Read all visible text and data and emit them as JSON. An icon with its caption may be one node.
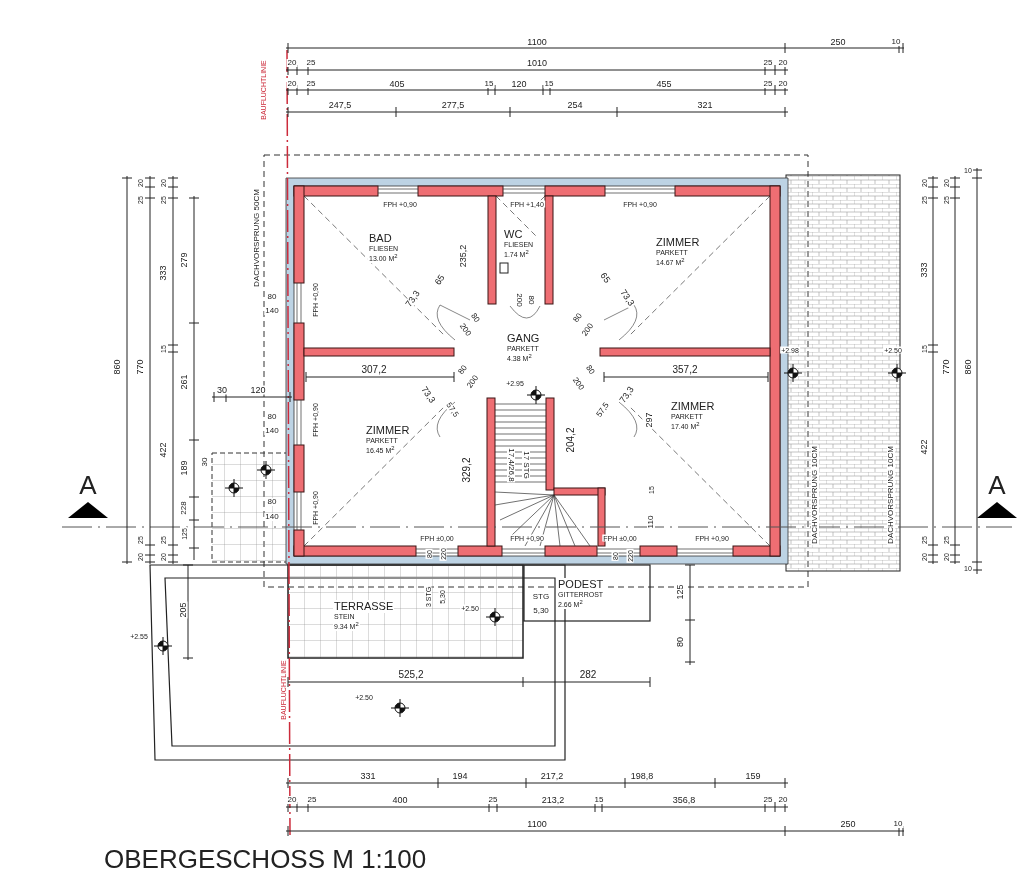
{
  "diagram": {
    "title": "OBERGESCHOSS M 1:100",
    "nodes": [
      {
        "text": [
          "BAD",
          "FLIESEN",
          "13.00 M$^{2}$"
        ]
      },
      {
        "text": [
          "WC",
          "FLIESEN",
          "1.74 M$^{2}$"
        ]
      },
      {
        "text": [
          "ZIMMER",
          "PARKETT",
          "14.67 M$^{2}$"
        ]
      },
      {
        "text": [
          "GANG",
          "PARKETT",
          "4.38 M$^{2}$"
        ]
      },
      {
        "text": [
          "ZIMMER",
          "PARKETT",
          "16.45 M$^{2}$"
        ]
      },
      {
        "text": [
          "ZIMMER",
          "PARKETT",
          "17.40 M$^{2}$"
        ]
      },
      {
        "text": [
          "TERRASSE",
          "STEIN",
          "9.34 M$^{2}$"
        ]
      },
      {
        "text": [
          "PODEST",
          "GITTERROST",
          "2.66 M$^{2}$"
        ]
      }
    ],
    "labels": [
      "1100",
      "250",
      "10",
      "20",
      "25",
      "1010",
      "25",
      "20",
      "20",
      "25",
      "405",
      "15",
      "120",
      "15",
      "455",
      "25",
      "20",
      "247,5",
      "277,5",
      "254",
      "321",
      "BAUFLUCHTLINIE",
      "860",
      "20",
      "25",
      "770",
      "25",
      "20",
      "20",
      "25",
      "333",
      "15",
      "422",
      "25",
      "20",
      "279",
      "261",
      "189",
      "228",
      "125",
      "DACHVORSPRUNG 50CM",
      "30",
      "120",
      "30",
      "80",
      "140",
      "80",
      "140",
      "80",
      "140",
      "A",
      "FPH +0,90",
      "FPH +1,40",
      "FPH +0,90",
      "FPH +0,90",
      "FPH +0,90",
      "FPH +0,90",
      "235,2",
      "73,3",
      "65",
      "80",
      "200",
      "200",
      "80",
      "80",
      "200",
      "65",
      "73,3",
      "307,2",
      "73,3",
      "57,5",
      "80",
      "200",
      "80",
      "200",
      "57,5",
      "73,3",
      "357,2",
      "+2.95",
      "329,2",
      "17,4/26,8",
      "17 STG",
      "204,2",
      "297",
      "15",
      "110",
      "FPH ±0,00",
      "FPH +0,90",
      "FPH ±0,00",
      "FPH +0,90",
      "80",
      "220",
      "3 STG",
      "5,30",
      "STG",
      "5,30",
      "80",
      "220",
      "125",
      "80",
      "205",
      "+2.55",
      "+2.50",
      "525,2",
      "282",
      "+2.50",
      "BAUFLUCHTLINIE",
      "+2.98",
      "+2.50",
      "DACHVORSPRUNG 10CM",
      "DACHVORSPRUNG 10CM",
      "10",
      "20",
      "25",
      "333",
      "15",
      "422",
      "25",
      "20",
      "20",
      "25",
      "770",
      "25",
      "20",
      "860",
      "10",
      "A",
      "331",
      "194",
      "217,2",
      "198,8",
      "159",
      "20",
      "25",
      "400",
      "25",
      "213,2",
      "15",
      "356,8",
      "25",
      "20",
      "1100",
      "250",
      "10"
    ]
  }
}
